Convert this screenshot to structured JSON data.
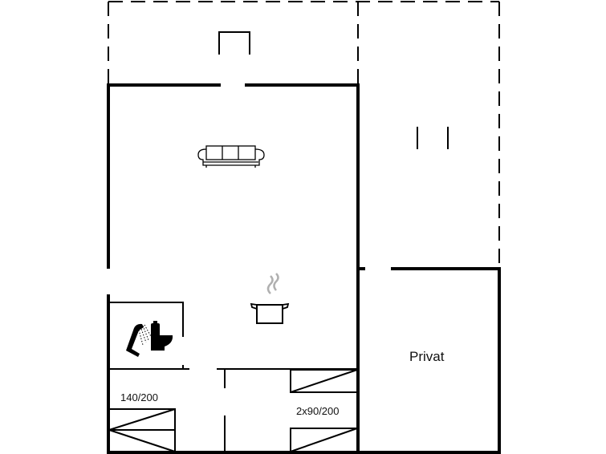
{
  "plan": {
    "type": "floor-plan",
    "colors": {
      "wall": "#000000",
      "background": "#ffffff",
      "steam": "#b0b0b0"
    }
  },
  "rooms": {
    "private": {
      "label": "Privat"
    },
    "bedroom_1": {
      "bed_label": "140/200"
    },
    "bedroom_2": {
      "bed_label": "2x90/200"
    }
  },
  "icons": [
    {
      "name": "sofa-icon",
      "room": "living-room"
    },
    {
      "name": "cooking-pot-icon",
      "room": "kitchen"
    },
    {
      "name": "shower-icon",
      "room": "bathroom"
    },
    {
      "name": "toilet-icon",
      "room": "bathroom"
    },
    {
      "name": "fireplace-icon",
      "room": "terrace"
    }
  ]
}
